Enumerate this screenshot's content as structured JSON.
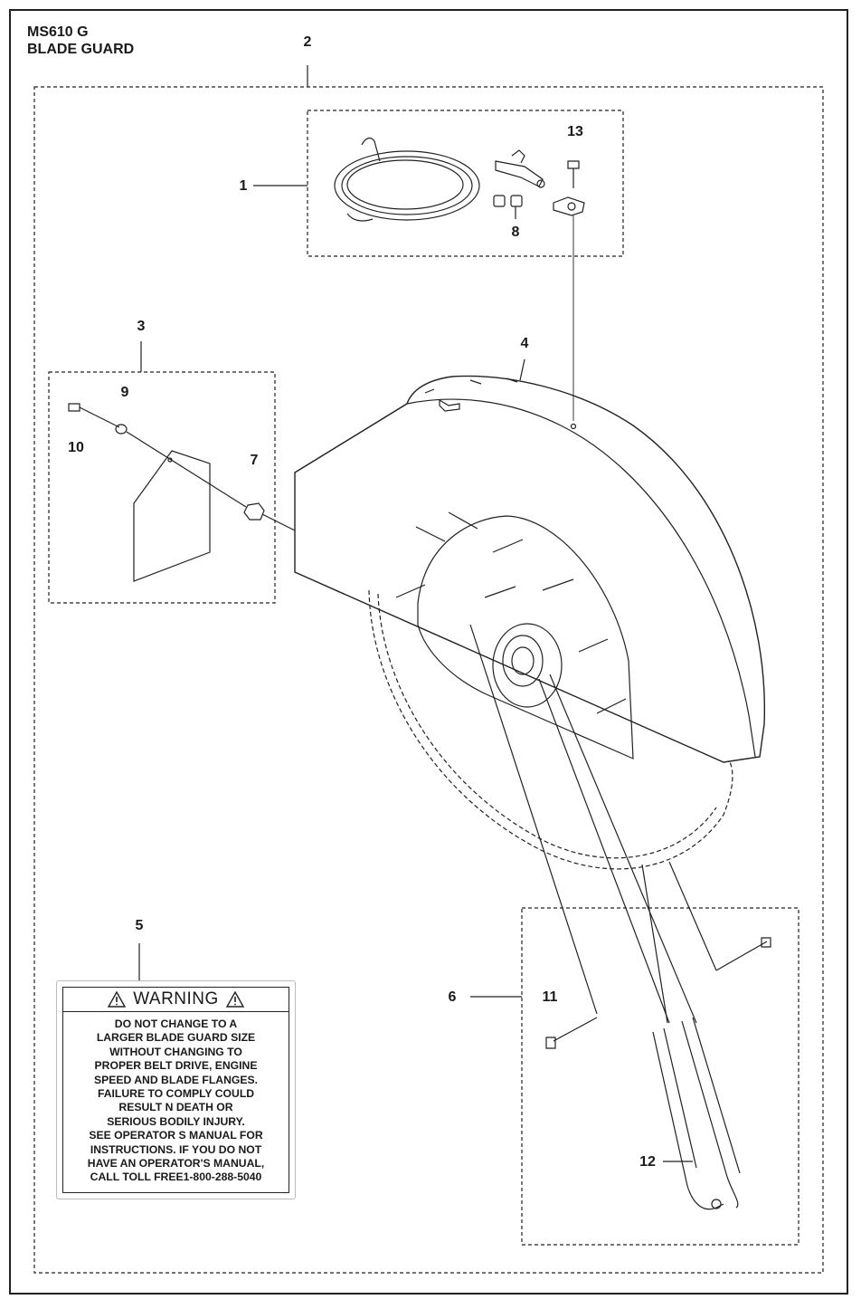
{
  "header": {
    "model": "MS610 G",
    "section": "BLADE GUARD"
  },
  "callouts": {
    "c1": "1",
    "c2": "2",
    "c3": "3",
    "c4": "4",
    "c5": "5",
    "c6": "6",
    "c7": "7",
    "c8": "8",
    "c9": "9",
    "c10": "10",
    "c11": "11",
    "c12": "12",
    "c13": "13"
  },
  "warning_label": {
    "heading": "WARNING",
    "lines": [
      "DO NOT CHANGE TO A",
      "LARGER BLADE GUARD SIZE",
      "WITHOUT CHANGING TO",
      "PROPER BELT DRIVE, ENGINE",
      "SPEED AND BLADE FLANGES.",
      "FAILURE TO COMPLY COULD",
      "RESULT N DEATH OR",
      "SERIOUS BODILY INJURY.",
      "SEE OPERATOR S MANUAL FOR",
      "INSTRUCTIONS. IF YOU DO NOT",
      "HAVE AN OPERATOR'S MANUAL,",
      "CALL TOLL FREE1-800-288-5040"
    ]
  },
  "colors": {
    "line": "#222222",
    "background": "#ffffff"
  }
}
